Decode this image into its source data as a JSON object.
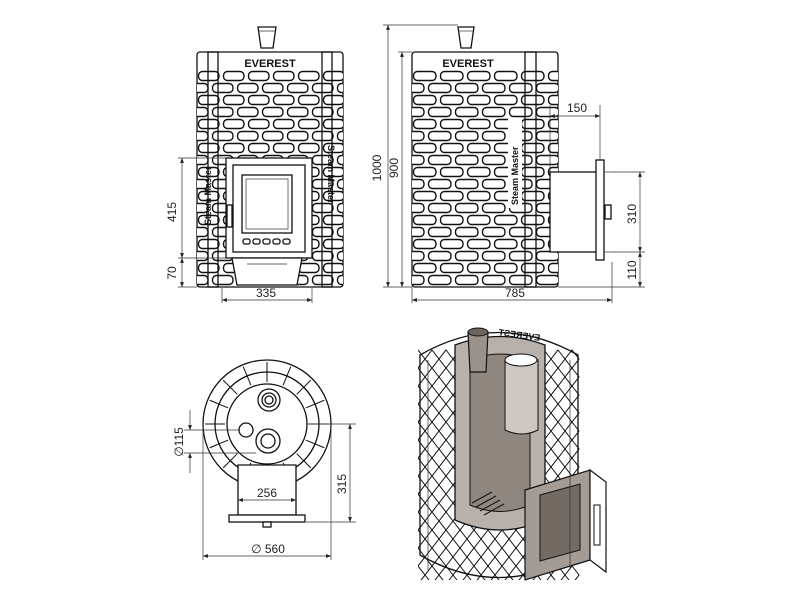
{
  "drawing": {
    "brand_name": "EVEREST",
    "model_name": "Steam Master",
    "front_view": {
      "dim_width": "335",
      "dim_door_height": "415",
      "dim_door_bottom": "70"
    },
    "side_view": {
      "dim_height_total": "1000",
      "dim_height_body": "900",
      "dim_tunnel_depth": "150",
      "dim_tunnel_height": "310",
      "dim_tunnel_bottom": "110",
      "dim_length_total": "785"
    },
    "top_view": {
      "dim_flue_diameter": "∅115",
      "dim_tunnel_width": "256",
      "dim_tunnel_length": "315",
      "dim_diameter": "∅ 560"
    },
    "section_view": {
      "brand_name_mirrored": "EVEREST"
    }
  }
}
